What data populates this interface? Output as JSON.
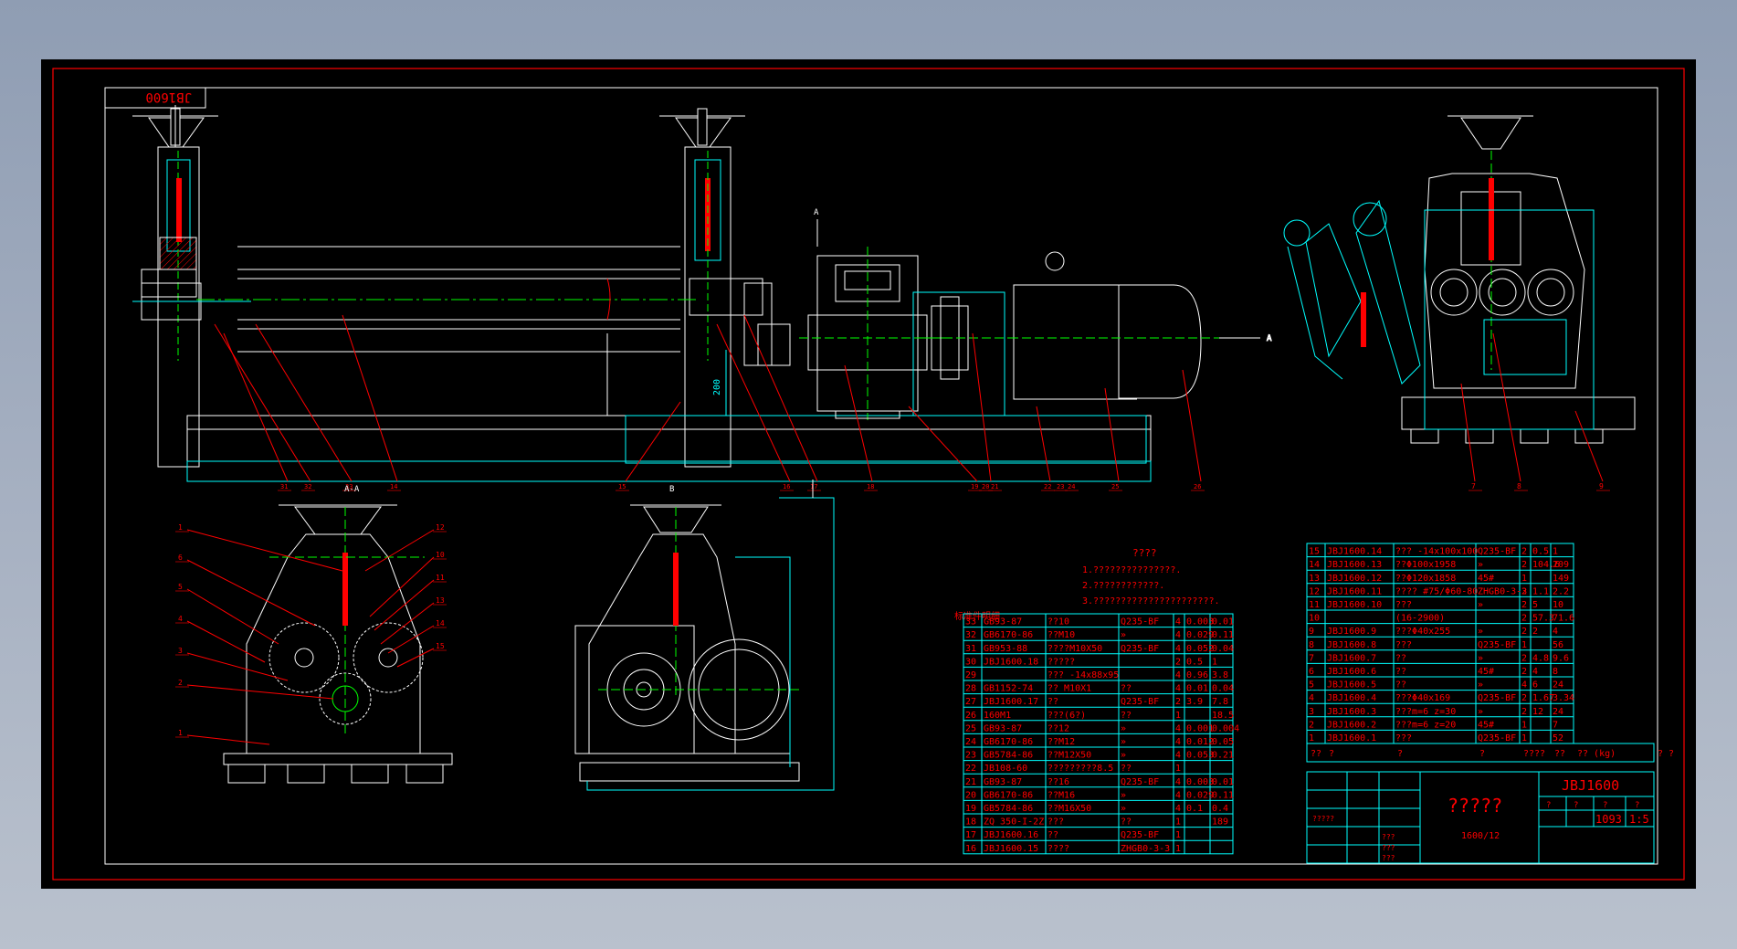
{
  "drawing": {
    "code_box": "JB1600",
    "section_labels": {
      "aa": "A-A",
      "bb": "B",
      "view_a": "A"
    },
    "dimension": "200"
  },
  "notes": {
    "title": "????",
    "lines": [
      "1.???????????????.",
      "2.????????????.",
      "3.??????????????????????."
    ],
    "caption": "标准件明细"
  },
  "colors": {
    "background": "#000000",
    "border": "#ff0000",
    "geometry": "#ffffff",
    "hidden": "#00ff00",
    "dimension": "#00ffff",
    "leader": "#ff0000",
    "section": "#ff0000",
    "text": "#ff0000"
  },
  "bom_left": [
    [
      "33",
      "GB93-87",
      "??10",
      "Q235-BF",
      "4",
      "0.003",
      "0.01"
    ],
    [
      "32",
      "GB6170-86",
      "??M10",
      "»",
      "4",
      "0.029",
      "0.11"
    ],
    [
      "31",
      "GB953-88",
      "????M10X50",
      "Q235-BF",
      "4",
      "0.052",
      "0.04"
    ],
    [
      "30",
      "JBJ1600.18",
      "?????",
      "",
      "2",
      "0.5",
      "1"
    ],
    [
      "29",
      "",
      "??? -14x88x95",
      "",
      "4",
      "0.96",
      "3.8"
    ],
    [
      "28",
      "GB1152-74",
      "??  M10X1",
      "??",
      "4",
      "0.01",
      "0.04"
    ],
    [
      "27",
      "JBJ1600.17",
      "??",
      "Q235-BF",
      "2",
      "3.9",
      "7.8"
    ],
    [
      "26",
      "160M1",
      "???(6?)",
      "??",
      "1",
      "",
      "18.5"
    ],
    [
      "25",
      "GB93-87",
      "??12",
      "»",
      "4",
      "0.001",
      "0.004"
    ],
    [
      "24",
      "GB6170-86",
      "??M12",
      "»",
      "4",
      "0.012",
      "0.05"
    ],
    [
      "23",
      "GB5784-86",
      "??M12X50",
      "»",
      "4",
      "0.053",
      "0.21"
    ],
    [
      "22",
      "JB108-60",
      "?????????8.5",
      "??",
      "1",
      "",
      ""
    ],
    [
      "21",
      "GB93-87",
      "??16",
      "Q235-BF",
      "4",
      "0.003",
      "0.01"
    ],
    [
      "20",
      "GB6170-86",
      "??M16",
      "»",
      "4",
      "0.029",
      "0.11"
    ],
    [
      "19",
      "GB5784-86",
      "??M16X50",
      "»",
      "4",
      "0.1",
      "0.4"
    ],
    [
      "18",
      "ZQ  350-I-2Z",
      "???",
      "??",
      "1",
      "",
      "189"
    ],
    [
      "17",
      "JBJ1600.16",
      "??",
      "Q235-BF",
      "1",
      "",
      ""
    ],
    [
      "16",
      "JBJ1600.15",
      "????",
      "ZHGB0-3-3",
      "1",
      "",
      ""
    ]
  ],
  "bom_right": [
    [
      "15",
      "JBJ1600.14",
      "??? -14x100x100",
      "Q235-BF",
      "2",
      "0.5",
      "1"
    ],
    [
      "14",
      "JBJ1600.13",
      "??Φ100x1958",
      "»",
      "2",
      "104.6",
      "209"
    ],
    [
      "13",
      "JBJ1600.12",
      "??Φ120x1858",
      "45#",
      "1",
      "",
      "149"
    ],
    [
      "12",
      "JBJ1600.11",
      "???? #75/Φ60-80",
      "ZHGB0-3-3",
      "2",
      "1.1",
      "2.2"
    ],
    [
      "11",
      "JBJ1600.10",
      "???",
      "»",
      "2",
      "5",
      "10"
    ],
    [
      "10",
      "",
      "(16-2900)",
      "",
      "2",
      "57.3",
      "71.6"
    ],
    [
      "9",
      "JBJ1600.9",
      "???Φ40x255",
      "»",
      "2",
      "2",
      "4"
    ],
    [
      "8",
      "JBJ1600.8",
      "???",
      "Q235-BF",
      "1",
      "",
      "56"
    ],
    [
      "7",
      "JBJ1600.7",
      "??",
      "»",
      "2",
      "4.8",
      "9.6"
    ],
    [
      "6",
      "JBJ1600.6",
      "??",
      "45#",
      "2",
      "4",
      "8"
    ],
    [
      "5",
      "JBJ1600.5",
      "??",
      "»",
      "4",
      "6",
      "24"
    ],
    [
      "4",
      "JBJ1600.4",
      "???Φ40x169",
      "Q235-BF",
      "2",
      "1.67",
      "3.34"
    ],
    [
      "3",
      "JBJ1600.3",
      "???m=6  z=30",
      "»",
      "2",
      "12",
      "24"
    ],
    [
      "2",
      "JBJ1600.2",
      "???m=6  z=20",
      "45#",
      "1",
      "",
      "7"
    ],
    [
      "1",
      "JBJ1600.1",
      "???",
      "Q235-BF",
      "1",
      "",
      "52"
    ]
  ],
  "bom_header": [
    "??",
    "?",
    "?",
    "?",
    "??",
    "??",
    "??",
    "?? (kg)",
    "? ?"
  ],
  "title_block": {
    "name": "?????",
    "sub": "1600/12",
    "code": "JBJ1600",
    "sheet_cells": [
      "?",
      "?",
      "?",
      "?"
    ],
    "weight": "1093",
    "scale": "1:5",
    "sign_rows": [
      "?????",
      "???",
      "???",
      "???"
    ]
  },
  "balloons_front": [
    "31",
    "32",
    "33",
    "14",
    "15",
    "16",
    "17",
    "18",
    "19",
    "20",
    "21",
    "22",
    "23",
    "24",
    "25",
    "26"
  ],
  "balloons_side": [
    "7",
    "8",
    "9"
  ],
  "balloons_section": [
    "1",
    "6",
    "5",
    "4",
    "3",
    "2",
    "1",
    "12",
    "10",
    "11",
    "13",
    "14",
    "15"
  ]
}
